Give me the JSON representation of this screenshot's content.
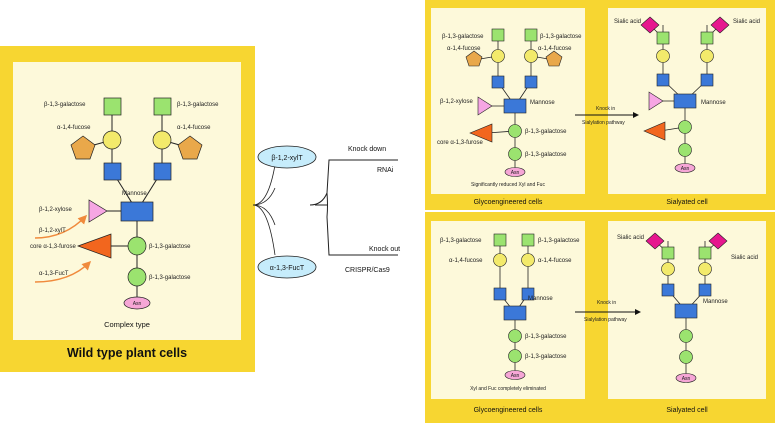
{
  "wild": {
    "title": "Wild type plant cells",
    "subtitle": "Complex type",
    "gal_left": "β-1,3-galactose",
    "gal_right": "β-1,3-galactose",
    "fuc_left": "α-1,4-fucose",
    "fuc_right": "α-1,4-fucose",
    "mannose": "Mannose",
    "xylose": "β-1,2-xylose",
    "xylt": "β-1,2-xylT",
    "core_fucose": "core α-1,3-furose",
    "fuct": "α-1,3-FucT",
    "core_gal1": "β-1,3-galactose",
    "core_gal2": "β-1,3-galactose",
    "asn": "Asn"
  },
  "middle": {
    "enzyme_top": "β-1,2-xylT",
    "enzyme_bottom": "α-1,3-FucT",
    "knock_down": "Knock down",
    "rnai": "RNAi",
    "knock_out": "Knock out",
    "crispr": "CRISPR/Cas9"
  },
  "top_row": {
    "gal_left": "β-1,3-galactose",
    "gal_right": "β-1,3-galactose",
    "fuc_left": "α-1,4-fucose",
    "fuc_right": "α-1,4-fucose",
    "xylose": "β-1,2-xylose",
    "mannose": "Mannose",
    "core_fucose": "core α-1,3-furose",
    "core_gal1": "β-1,3-galactose",
    "core_gal2": "β-1,3-galactose",
    "asn": "Asn",
    "note": "Significantly reduced Xyl and Fuc",
    "label_left": "Glycoengineered cells",
    "knock_in": "Knock in",
    "pathway": "Sialylation pathway",
    "sialic_left": "Sialic acid",
    "sialic_right": "Sialic acid",
    "mannose_right": "Mannose",
    "asn_right": "Asn",
    "label_right": "Sialyated cell"
  },
  "bottom_row": {
    "gal_left": "β-1,3-galactose",
    "gal_right": "β-1,3-galactose",
    "fuc_left": "α-1,4-fucose",
    "fuc_right": "α-1,4-fucose",
    "mannose": "Mannose",
    "core_gal1": "β-1,3-galactose",
    "core_gal2": "β-1,3-galactose",
    "asn": "Asn",
    "note": "Xyl and Fuc completely eliminated",
    "label_left": "Glycoengineered cells",
    "knock_in": "Knock in",
    "pathway": "Sialylation pathway",
    "sialic_left": "Sialic acid",
    "sialic_right": "Sialic acid",
    "mannose_right": "Mannose",
    "asn_right": "Asn",
    "label_right": "Sialyated cell"
  },
  "colors": {
    "panel_border": "#f7d631",
    "panel_fill": "#fdf9da",
    "galactose": "#9be36f",
    "fucose": "#e9a84a",
    "glcnac": "#3b78d8",
    "mannose_circle": "#f3ea6b",
    "xylose": "#f6a6e3",
    "core_fucose": "#f2661e",
    "sialic": "#e6178e",
    "asn": "#f6a6d6",
    "enzyme": "#c6ecfb",
    "arrow_orange": "#f08a3c"
  }
}
